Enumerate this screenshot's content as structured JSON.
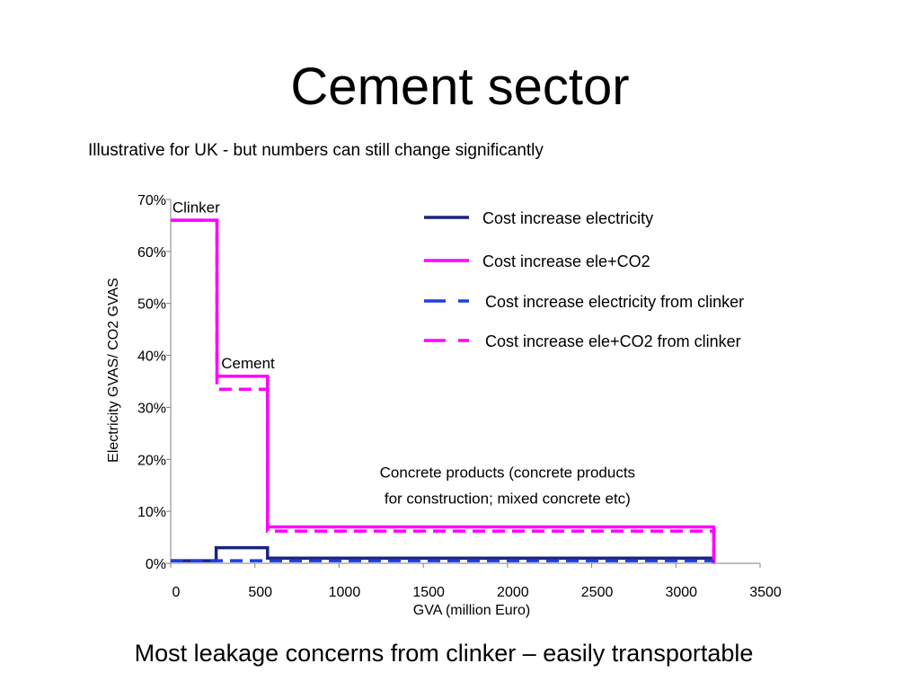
{
  "slide": {
    "title": "Cement sector",
    "subtitle": "Illustrative for UK - but numbers can still change significantly",
    "caption": "Most leakage concerns from clinker – easily transportable"
  },
  "chart_data": {
    "type": "line",
    "xlabel": "GVA (million Euro)",
    "ylabel": "Electricity GVAS/ CO2 GVAS",
    "xlim": [
      0,
      3500
    ],
    "ylim": [
      0,
      0.7
    ],
    "x_ticks": [
      0,
      500,
      1000,
      1500,
      2000,
      2500,
      3000,
      3500
    ],
    "x_tick_labels": [
      "0",
      "500",
      "1000",
      "1500",
      "2000",
      "2500",
      "3000",
      "3500"
    ],
    "y_ticks": [
      0,
      0.1,
      0.2,
      0.3,
      0.4,
      0.5,
      0.6,
      0.7
    ],
    "y_tick_labels": [
      "0%",
      "10%",
      "20%",
      "30%",
      "40%",
      "50%",
      "60%",
      "70%"
    ],
    "grid": false,
    "legend_position": "top-right",
    "series": [
      {
        "name": "Cost increase electricity",
        "color": "#1a237e",
        "dash": "solid",
        "points": [
          [
            0,
            0.005
          ],
          [
            270,
            0.005
          ],
          [
            270,
            0.03
          ],
          [
            575,
            0.03
          ],
          [
            575,
            0.01
          ],
          [
            3225,
            0.01
          ],
          [
            3225,
            0
          ]
        ]
      },
      {
        "name": "Cost increase ele+CO2",
        "color": "#ff00ff",
        "dash": "solid",
        "points": [
          [
            0,
            0.66
          ],
          [
            275,
            0.66
          ],
          [
            275,
            0.36
          ],
          [
            575,
            0.36
          ],
          [
            575,
            0.07
          ],
          [
            3225,
            0.07
          ],
          [
            3225,
            0
          ]
        ]
      },
      {
        "name": "Cost increase electricity from clinker",
        "color": "#1f3fe0",
        "dash": "dashed",
        "points": [
          [
            0,
            0.005
          ],
          [
            3225,
            0.005
          ]
        ]
      },
      {
        "name": "Cost increase ele+CO2 from clinker",
        "color": "#ff00ff",
        "dash": "dashed",
        "points": [
          [
            0,
            0.66
          ],
          [
            275,
            0.66
          ],
          [
            275,
            0.335
          ],
          [
            575,
            0.335
          ],
          [
            575,
            0.062
          ],
          [
            3225,
            0.062
          ],
          [
            3225,
            0
          ]
        ]
      }
    ],
    "annotations": [
      {
        "text": "Clinker",
        "x": 10,
        "y": 0.675
      },
      {
        "text": "Cement",
        "x": 300,
        "y": 0.375
      },
      {
        "text": "Concrete products (concrete products",
        "x": 2000,
        "y": 0.165
      },
      {
        "text": "for construction; mixed concrete etc)",
        "x": 2000,
        "y": 0.115
      }
    ]
  }
}
